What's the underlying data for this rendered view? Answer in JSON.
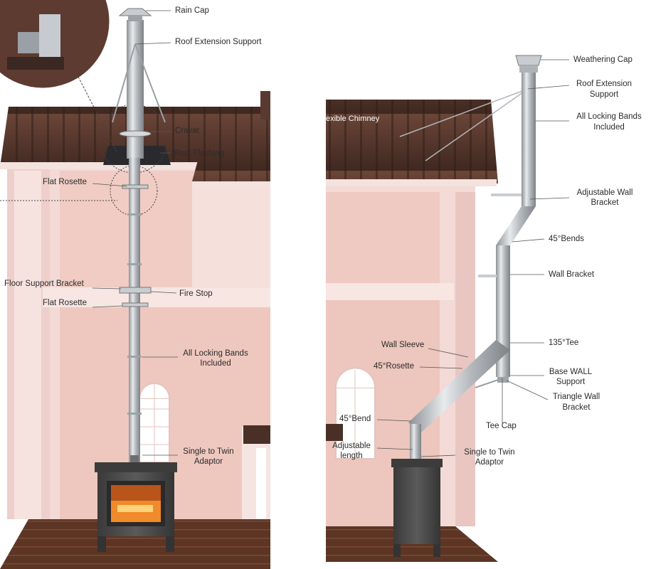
{
  "left_diagram": {
    "labels": {
      "rain_cap": "Rain Cap",
      "roof_extension_support": "Roof Extension Support",
      "cravat": "Cravat",
      "roof_flashing": "Roof Flashing",
      "flat_rosette_top": "Flat Rosette",
      "floor_support_bracket": "Floor Support Bracket",
      "fire_stop": "Fire Stop",
      "flat_rosette_bottom": "Flat Rosette",
      "all_locking_bands_1": "All Locking Bands",
      "all_locking_bands_2": "Included",
      "single_to_twin_1": "Single to Twin",
      "single_to_twin_2": "Adaptor"
    }
  },
  "right_diagram": {
    "labels": {
      "flexible_chimney": "exible Chimney",
      "weathering_cap": "Weathering Cap",
      "roof_extension_1": "Roof Extension",
      "roof_extension_2": "Support",
      "all_locking_bands_1": "All Locking Bands",
      "all_locking_bands_2": "Included",
      "adjustable_wall_bracket_1": "Adjustable Wall",
      "adjustable_wall_bracket_2": "Bracket",
      "bends_45": "45°Bends",
      "wall_bracket": "Wall Bracket",
      "wall_sleeve": "Wall Sleeve",
      "tee_135": "135°Tee",
      "rosette_45": "45°Rosette",
      "base_wall_support_1": "Base WALL",
      "base_wall_support_2": "Support",
      "triangle_wall_bracket_1": "Triangle Wall",
      "triangle_wall_bracket_2": "Bracket",
      "bend_45": "45°Bend",
      "tee_cap": "Tee Cap",
      "adjustable_length_1": "Adjustable",
      "adjustable_length_2": "length",
      "single_to_twin_1": "Single to Twin",
      "single_to_twin_2": "Adaptor"
    }
  },
  "colors": {
    "wall": "#f3dad6",
    "roof": "#5a3a30",
    "floor": "#5c3524",
    "pipe": "#b8bcc0",
    "stove": "#4a4a4a",
    "fire": "#f08a2a",
    "label_line": "#555555"
  }
}
